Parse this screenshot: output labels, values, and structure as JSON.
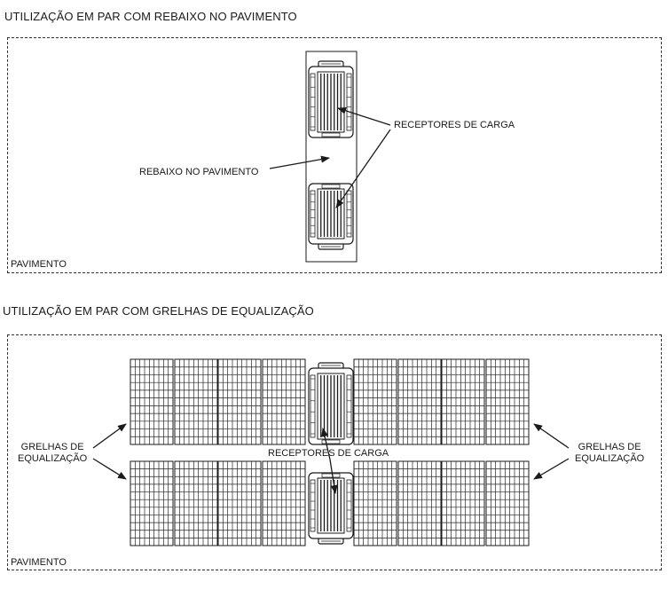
{
  "section1": {
    "title": "UTILIZAÇÃO EM  PAR COM REBAIXO NO PAVIMENTO",
    "label_receptors": "RECEPTORES DE CARGA",
    "label_recess": "REBAIXO NO PAVIMENTO",
    "label_floor": "PAVIMENTO"
  },
  "section2": {
    "title": "UTILIZAÇÃO EM PAR COM GRELHAS DE EQUALIZAÇÃO",
    "label_grids_left": [
      "GRELHAS DE",
      "EQUALIZAÇÃO"
    ],
    "label_grids_right": [
      "GRELHAS DE",
      "EQUALIZAÇÃO"
    ],
    "label_receptors": "RECEPTORES DE CARGA",
    "label_floor": "PAVIMENTO"
  },
  "colors": {
    "line": "#1a1a1a",
    "grid": "#222222",
    "frame": "#333333"
  }
}
